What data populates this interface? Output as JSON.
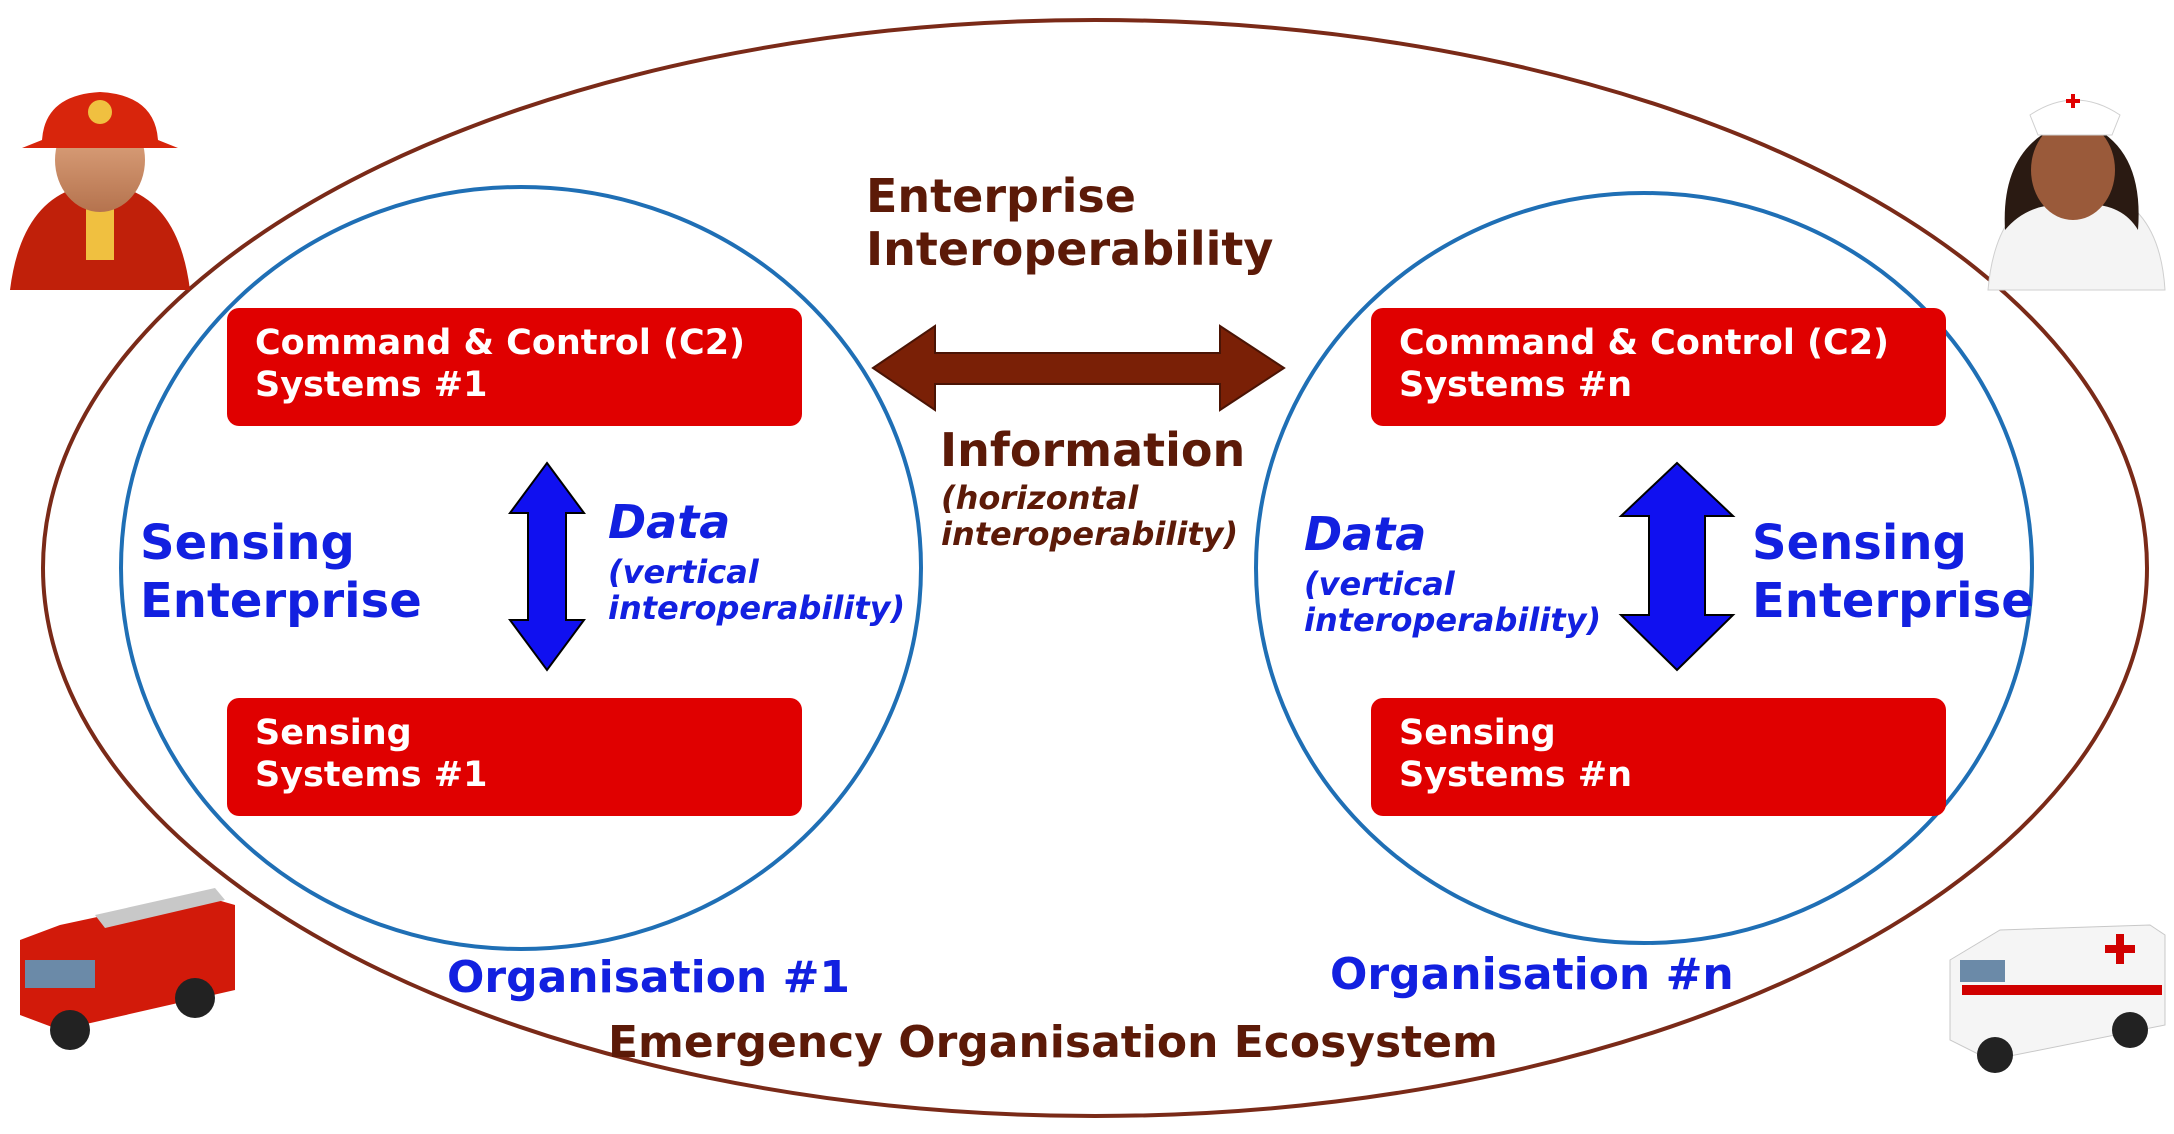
{
  "ecosystem": {
    "label": "Emergency Organisation Ecosystem",
    "enterprise_interop": [
      "Enterprise",
      "Interoperability"
    ],
    "information": {
      "title": "Information",
      "sub": [
        "(horizontal",
        "interoperability)"
      ]
    }
  },
  "org1": {
    "name": "Organisation #1",
    "c2_box": [
      "Command & Control (C2)",
      "Systems #1"
    ],
    "sensing_box": [
      "Sensing",
      "Systems #1"
    ],
    "enterprise_label": [
      "Sensing",
      "Enterprise"
    ],
    "data": {
      "title": "Data",
      "sub": [
        "(vertical",
        "interoperability)"
      ]
    }
  },
  "orgn": {
    "name": "Organisation #n",
    "c2_box": [
      "Command & Control (C2)",
      "Systems #n"
    ],
    "sensing_box": [
      "Sensing",
      "Systems #n"
    ],
    "enterprise_label": [
      "Sensing",
      "Enterprise"
    ],
    "data": {
      "title": "Data",
      "sub": [
        "(vertical",
        "interoperability)"
      ]
    }
  },
  "icons": [
    "firefighter-icon",
    "nurse-icon",
    "fire-truck-icon",
    "ambulance-icon"
  ],
  "colors": {
    "ellipse": "#7a2a18",
    "circle": "#1f6fb5",
    "box": "#e00000",
    "horizontal_arrow": "#7a2006",
    "vertical_arrow": "#1010f0",
    "blue_text": "#1220e0",
    "brown_text": "#5c1a08"
  }
}
